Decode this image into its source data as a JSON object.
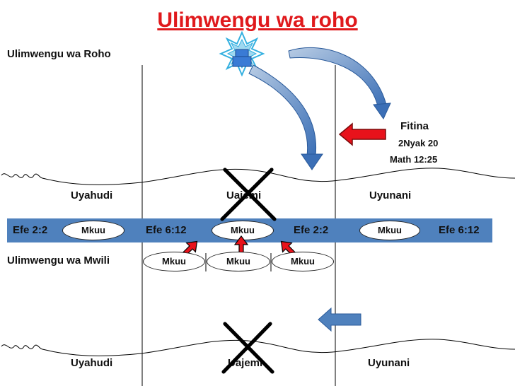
{
  "title": "Ulimwengu wa roho",
  "labels": {
    "spirit_world": "Ulimwengu wa Roho",
    "flesh_world": "Ulimwengu wa Mwili",
    "fitina": "Fitina",
    "ref_nyak": "2Nyak 20",
    "ref_math": "Math 12:25"
  },
  "upper_regions": [
    "Uyahudi",
    "Uajemi",
    "Uyunani"
  ],
  "lower_regions": [
    "Uyahudi",
    "Uajemi",
    "Uyunani"
  ],
  "band": {
    "color": "#4f81bd",
    "refs": [
      "Efe 2:2",
      "Efe 6:12",
      "Efe 2:2",
      "Efe 6:12"
    ],
    "ovals": [
      "Mkuu",
      "Mkuu",
      "Mkuu"
    ]
  },
  "lower_ovals": [
    "Mkuu",
    "Mkuu",
    "Mkuu"
  ],
  "colors": {
    "title": "#e0191c",
    "band": "#4f81bd",
    "red_arrow": "#e8121b",
    "curve_arrow": "#4f81bd",
    "x_mark": "#000000"
  },
  "icons": [
    "sun-throne-icon",
    "red-left-arrow",
    "blue-left-arrow",
    "x-mark"
  ]
}
